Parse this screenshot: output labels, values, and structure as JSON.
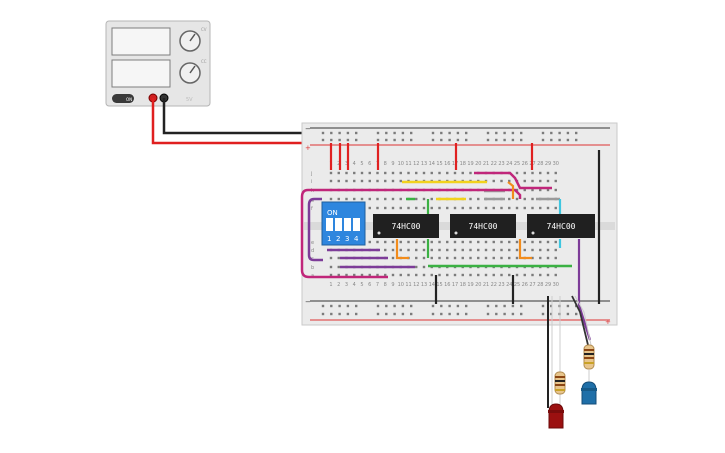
{
  "power_supply": {
    "knob_labels": [
      "CV",
      "CC"
    ],
    "small_label": "5V",
    "button_label": "ON",
    "colors": {
      "body": "#e8e8e8",
      "display": "#f4f4f4",
      "positive": "#d02020",
      "negative": "#333333"
    }
  },
  "breadboard": {
    "column_numbers_top": [
      "1",
      "2",
      "3",
      "4",
      "5",
      "6",
      "7",
      "8",
      "9",
      "10",
      "11",
      "12",
      "13",
      "14",
      "15",
      "16",
      "17",
      "18",
      "19",
      "20",
      "21",
      "22",
      "23",
      "24",
      "25",
      "26",
      "27",
      "28",
      "29",
      "30"
    ],
    "column_numbers_bottom": [
      "1",
      "2",
      "3",
      "4",
      "5",
      "6",
      "7",
      "8",
      "9",
      "10",
      "11",
      "12",
      "13",
      "14",
      "15",
      "16",
      "17",
      "18",
      "19",
      "20",
      "21",
      "22",
      "23",
      "24",
      "25",
      "26",
      "27",
      "28",
      "29",
      "30"
    ],
    "row_letters_top": [
      "j",
      "i",
      "h",
      "g",
      "f"
    ],
    "row_letters_bottom": [
      "e",
      "d",
      "c",
      "b",
      "a"
    ],
    "rail_plus": "+",
    "rail_minus": "−"
  },
  "dip_switch": {
    "label": "ON",
    "numbers": [
      "1",
      "2",
      "3",
      "4"
    ],
    "color": "#2e86de"
  },
  "chips": [
    {
      "label": "74HC00"
    },
    {
      "label": "74HC00"
    },
    {
      "label": "74HC00"
    }
  ],
  "leds": [
    {
      "color": "#9b1010",
      "name": "red"
    },
    {
      "color": "#1f6fa8",
      "name": "blue"
    }
  ],
  "wire_colors": {
    "red": "#e02020",
    "black": "#222222",
    "purple": "#7d3c98",
    "magenta": "#c0267a",
    "green": "#3bb143",
    "orange": "#f28c1c",
    "yellow": "#f2d21c",
    "cyan": "#3ec6e0",
    "grey": "#9a9a9a"
  }
}
